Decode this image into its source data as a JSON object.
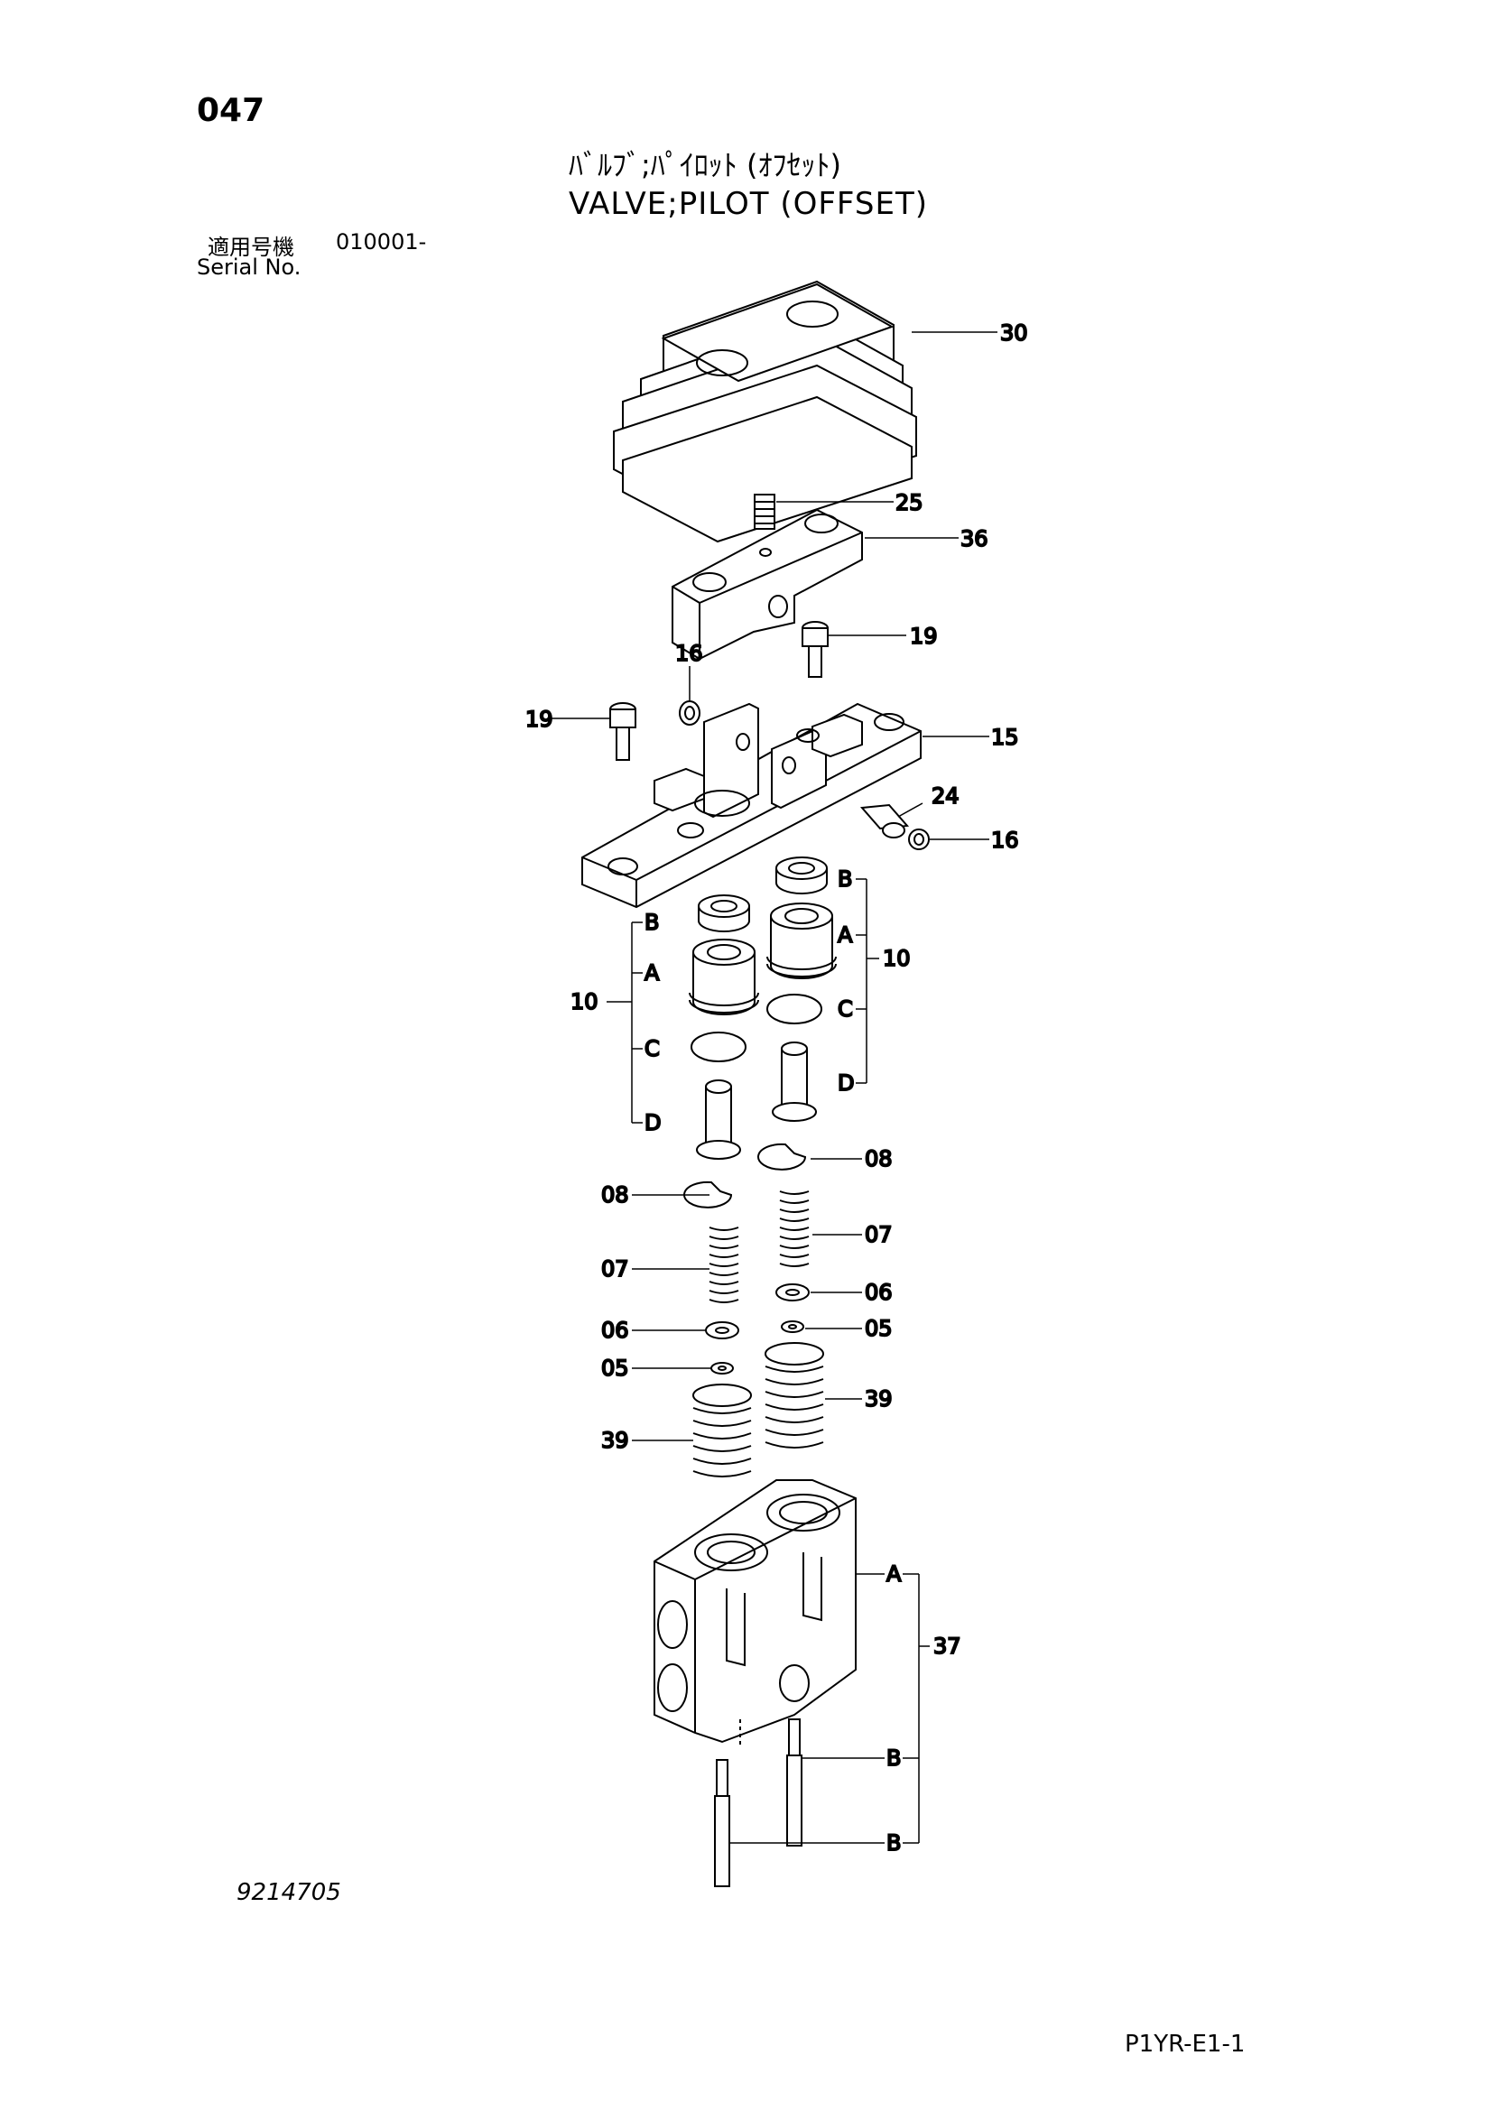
{
  "page_number": "047",
  "title_jp": "ﾊﾞﾙﾌﾞ;ﾊﾟｲﾛｯﾄ (ｵﾌｾｯﾄ)",
  "title_en": "VALVE;PILOT (OFFSET)",
  "serial_label_jp": "適用号機",
  "serial_value": "010001-",
  "serial_label_en": "Serial No.",
  "drawing_number": "9214705",
  "page_code": "P1YR-E1-1",
  "callouts": {
    "c30": "30",
    "c25": "25",
    "c36": "36",
    "c19r": "19",
    "c16t": "16",
    "c19l": "19",
    "c15": "15",
    "c24": "24",
    "c16r": "16",
    "c10l": "10",
    "c10r": "10",
    "lb_l": "B",
    "la_l": "A",
    "lc_l": "C",
    "ld_l": "D",
    "lb_r": "B",
    "la_r": "A",
    "lc_r": "C",
    "ld_r": "D",
    "c08r": "08",
    "c08l": "08",
    "c07r": "07",
    "c07l": "07",
    "c06r": "06",
    "c06l": "06",
    "c05r": "05",
    "c05l": "05",
    "c39r": "39",
    "c39l": "39",
    "a37": "A",
    "c37": "37",
    "b37a": "B",
    "b37b": "B"
  }
}
